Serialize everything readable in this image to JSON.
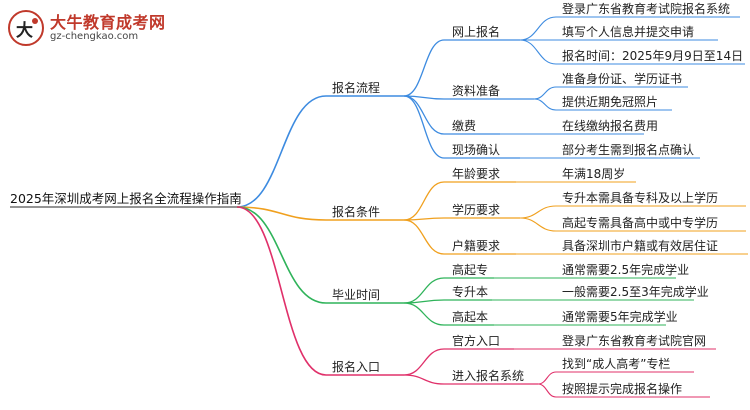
{
  "logo": {
    "name": "大牛教育成考网",
    "url": "gz-chengkao.com"
  },
  "colors": {
    "flow": "#3d8be0",
    "cond": "#f0a01e",
    "grad": "#2fb35a",
    "entry": "#e0306a"
  },
  "mindmap": {
    "root": "2025年深圳成考网上报名全流程操作指南",
    "branches": [
      {
        "label": "报名流程",
        "color": "flow",
        "children": [
          {
            "label": "网上报名",
            "leaves": [
              "登录广东省教育考试院报名系统",
              "填写个人信息并提交申请",
              "报名时间：2025年9月9日至14日"
            ]
          },
          {
            "label": "资料准备",
            "leaves": [
              "准备身份证、学历证书",
              "提供近期免冠照片"
            ]
          },
          {
            "label": "缴费",
            "leaves": [
              "在线缴纳报名费用"
            ]
          },
          {
            "label": "现场确认",
            "leaves": [
              "部分考生需到报名点确认"
            ]
          }
        ]
      },
      {
        "label": "报名条件",
        "color": "cond",
        "children": [
          {
            "label": "年龄要求",
            "leaves": [
              "年满18周岁"
            ]
          },
          {
            "label": "学历要求",
            "leaves": [
              "专升本需具备专科及以上学历",
              "高起专需具备高中或中专学历"
            ]
          },
          {
            "label": "户籍要求",
            "leaves": [
              "具备深圳市户籍或有效居住证"
            ]
          }
        ]
      },
      {
        "label": "毕业时间",
        "color": "grad",
        "children": [
          {
            "label": "高起专",
            "leaves": [
              "通常需要2.5年完成学业"
            ]
          },
          {
            "label": "专升本",
            "leaves": [
              "一般需要2.5至3年完成学业"
            ]
          },
          {
            "label": "高起本",
            "leaves": [
              "通常需要5年完成学业"
            ]
          }
        ]
      },
      {
        "label": "报名入口",
        "color": "entry",
        "children": [
          {
            "label": "官方入口",
            "leaves": [
              "登录广东省教育考试院官网"
            ]
          },
          {
            "label": "进入报名系统",
            "leaves": [
              "找到“成人高考”专栏",
              "按照提示完成报名操作"
            ]
          }
        ]
      }
    ]
  }
}
